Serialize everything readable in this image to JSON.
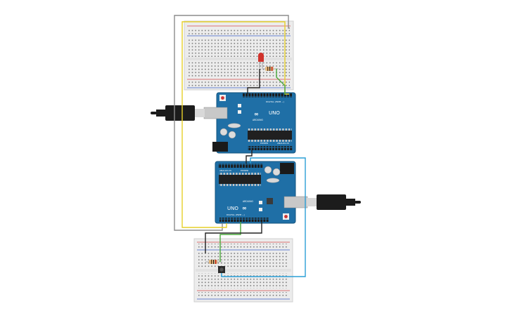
{
  "board_top": {
    "logo_text": "UNO",
    "brand_text": "ARDUINO",
    "digital_label": "DIGITAL (PWM ~)",
    "power_label": "POWER",
    "analog_label": "ANALOG IN"
  },
  "board_bottom": {
    "logo_text": "UNO",
    "brand_text": "ARDUINO",
    "digital_label": "DIGITAL (PWM ~)",
    "power_label": "POWER",
    "analog_label": "ANALOG IN"
  },
  "components": {
    "led_color": "#d0322b",
    "resistor_color": "#e2b77d"
  },
  "colors": {
    "board_blue": "#1f6fa6",
    "board_dark": "#14547f",
    "wire_yellow": "#e6cf2a",
    "wire_gray": "#8c8c8c",
    "wire_green": "#49a83a",
    "wire_black": "#222222",
    "wire_blue": "#2a9fd6",
    "breadboard": "#ececec"
  }
}
